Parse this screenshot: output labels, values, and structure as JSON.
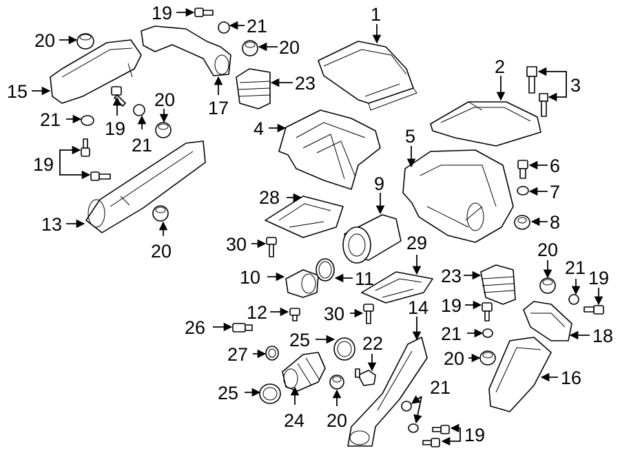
{
  "callouts": {
    "c1": "1",
    "c2": "2",
    "c3": "3",
    "c4": "4",
    "c5": "5",
    "c6": "6",
    "c7": "7",
    "c8": "8",
    "c9": "9",
    "c10": "10",
    "c11": "11",
    "c12": "12",
    "c13": "13",
    "c14": "14",
    "c15": "15",
    "c16": "16",
    "c17": "17",
    "c18": "18",
    "c19a": "19",
    "c19b": "19",
    "c19c": "19",
    "c19d": "19",
    "c19e": "19",
    "c19f": "19",
    "c20a": "20",
    "c20b": "20",
    "c20c": "20",
    "c20d": "20",
    "c20e": "20",
    "c20f": "20",
    "c20g": "20",
    "c21a": "21",
    "c21b": "21",
    "c21c": "21",
    "c21d": "21",
    "c21e": "21",
    "c21f": "21",
    "c22": "22",
    "c23a": "23",
    "c23b": "23",
    "c24": "24",
    "c25a": "25",
    "c25b": "25",
    "c26": "26",
    "c27": "27",
    "c28": "28",
    "c29": "29",
    "c30a": "30",
    "c30b": "30"
  },
  "colors": {
    "line": "#000000",
    "background": "#ffffff"
  }
}
